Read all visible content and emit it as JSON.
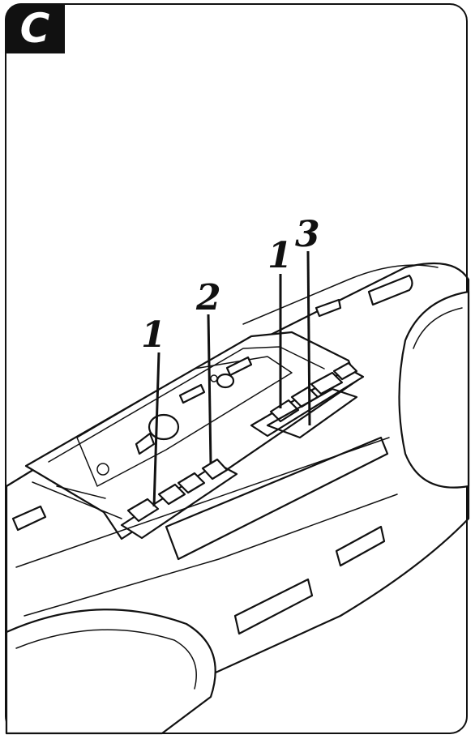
{
  "panel": {
    "letter": "C"
  },
  "callouts": [
    {
      "id": "left-1",
      "label": "1"
    },
    {
      "id": "left-2",
      "label": "2"
    },
    {
      "id": "right-1",
      "label": "1"
    },
    {
      "id": "right-3",
      "label": "3"
    }
  ]
}
